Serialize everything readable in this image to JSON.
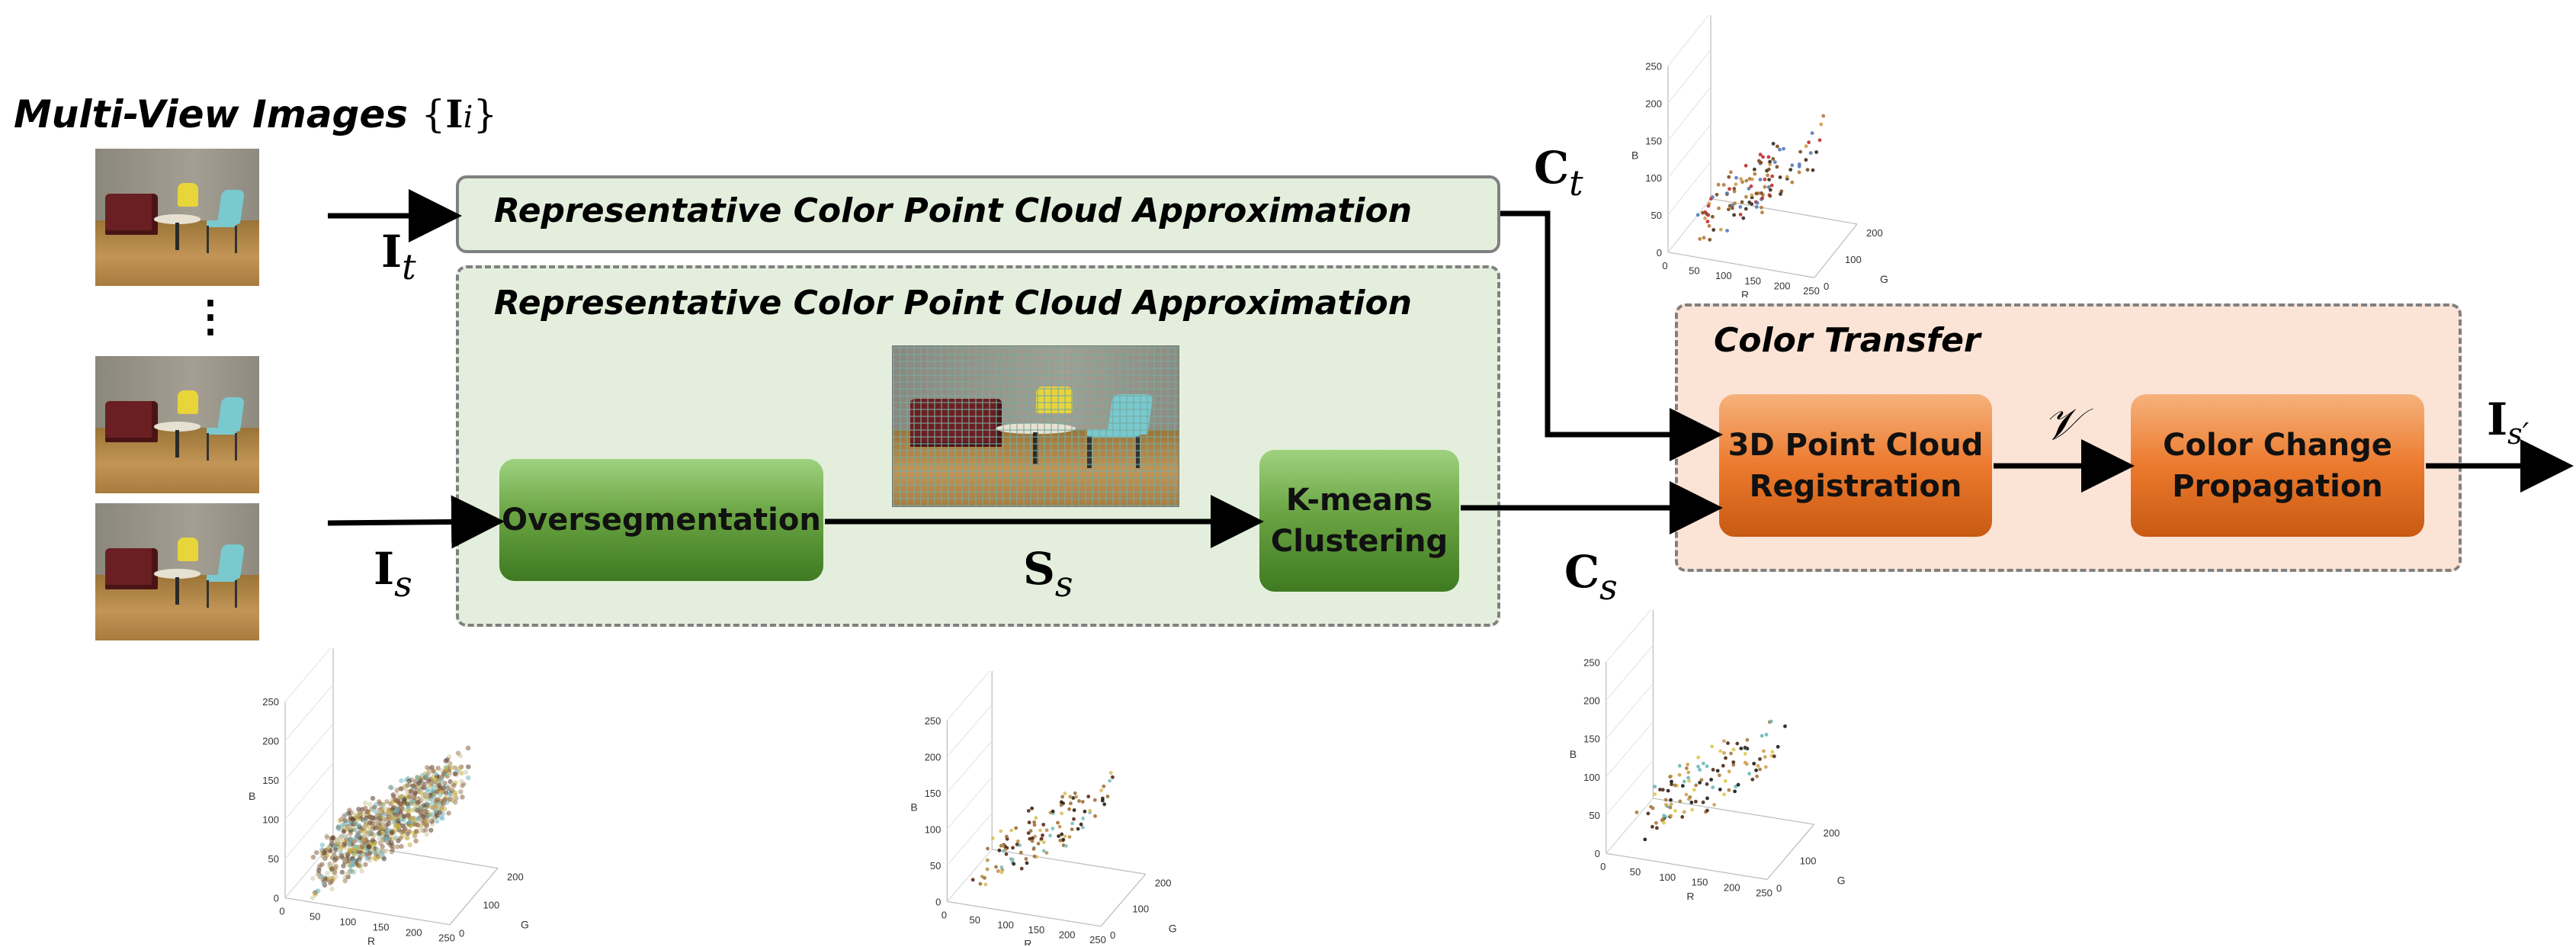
{
  "figure": {
    "title_text": "Multi-View Images",
    "title_set_open": "{",
    "title_set_symbol": "I",
    "title_set_index": "i",
    "title_set_close": "}",
    "vertical_ellipsis": "⋮"
  },
  "panels": {
    "top_approx_title": "Representative Color Point Cloud Approximation",
    "bottom_approx_title": "Representative Color Point Cloud Approximation",
    "color_transfer_title": "Color Transfer"
  },
  "blocks": {
    "oversegmentation": "Oversegmentation",
    "kmeans_line1": "K-means",
    "kmeans_line2": "Clustering",
    "registration_line1": "3D Point Cloud",
    "registration_line2": "Registration",
    "propagation_line1": "Color Change",
    "propagation_line2": "Propagation"
  },
  "symbols": {
    "I_t": {
      "base": "I",
      "sub": "t"
    },
    "I_s": {
      "base": "I",
      "sub": "s"
    },
    "S_s": {
      "base": "S",
      "sub": "s"
    },
    "C_t": {
      "base": "C",
      "sub": "t"
    },
    "C_s": {
      "base": "C",
      "sub": "s"
    },
    "V": {
      "base": "𝒱"
    },
    "I_s_prime": {
      "base": "I",
      "sub": "s′"
    }
  },
  "plot_axes": {
    "z_label": "B",
    "x_label": "R",
    "y_label": "G",
    "z_ticks": [
      "0",
      "50",
      "100",
      "150",
      "200",
      "250"
    ],
    "x_ticks": [
      "0",
      "50",
      "100",
      "150",
      "200",
      "250"
    ],
    "y_ticks": [
      "0",
      "100",
      "200"
    ]
  },
  "colors": {
    "green_panel_bg": "#e3efdc",
    "orange_panel_bg": "#fbe4d6",
    "panel_border": "#808080",
    "green_block": "#6aa443",
    "orange_block": "#ec7a2e"
  }
}
